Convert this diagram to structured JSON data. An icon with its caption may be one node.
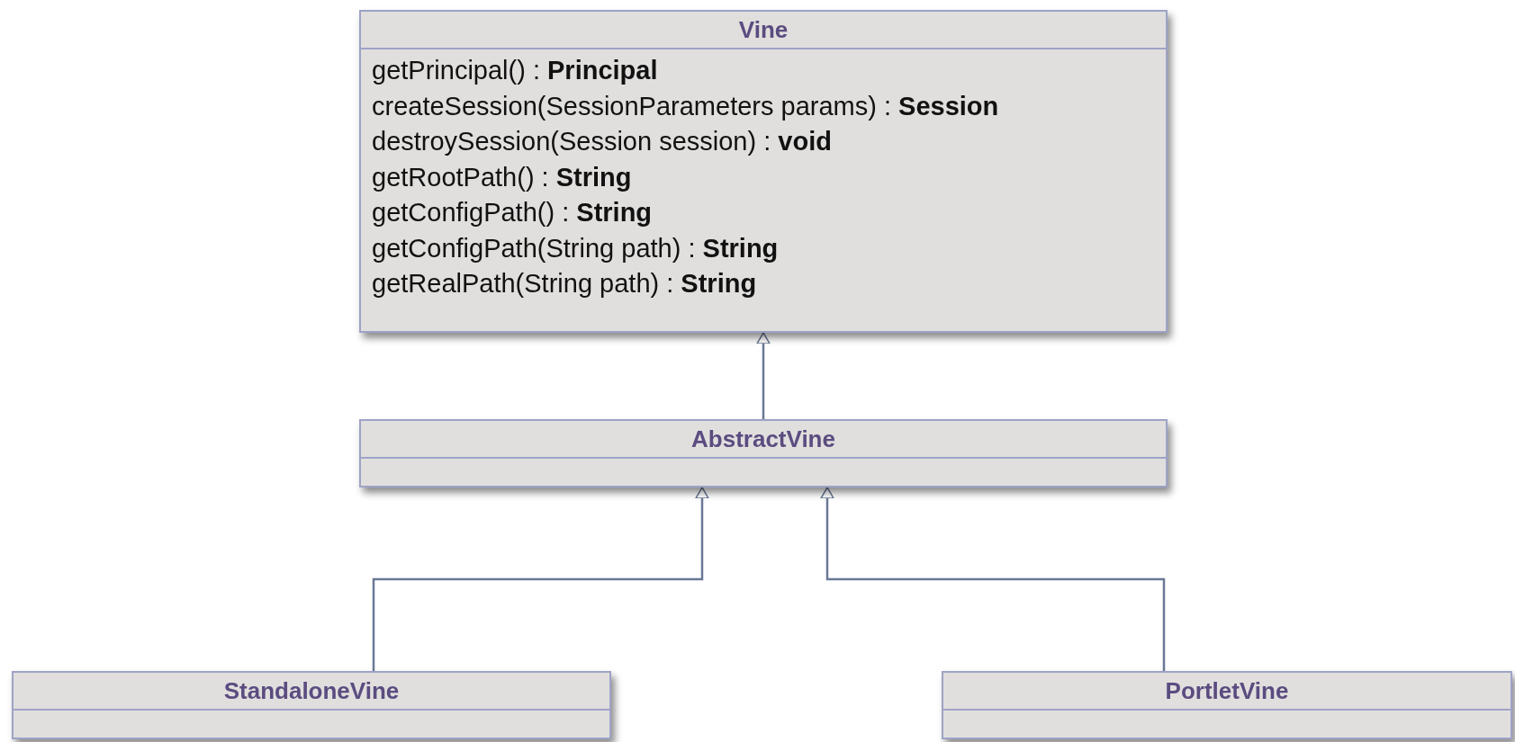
{
  "diagram": {
    "nodes": [
      {
        "text": [
          "Vine",
          "getPrincipal() : **Principal**",
          "createSession(SessionParameters params) : **Session**",
          "destroySession(Session session) : **void**",
          "getRootPath() : **String**",
          "getConfigPath() : **String**",
          "getConfigPath(String path) : **String**",
          "getRealPath(String path) : **String**"
        ]
      },
      {
        "text": [
          "AbstractVine"
        ]
      },
      {
        "text": [
          "StandaloneVine"
        ]
      },
      {
        "text": [
          "PortletVine"
        ]
      }
    ],
    "edges": [
      {
        "from": 1,
        "to": 0,
        "arrow": "to"
      },
      {
        "from": 2,
        "to": 1,
        "arrow": "to"
      },
      {
        "from": 3,
        "to": 1,
        "arrow": "to"
      }
    ]
  }
}
